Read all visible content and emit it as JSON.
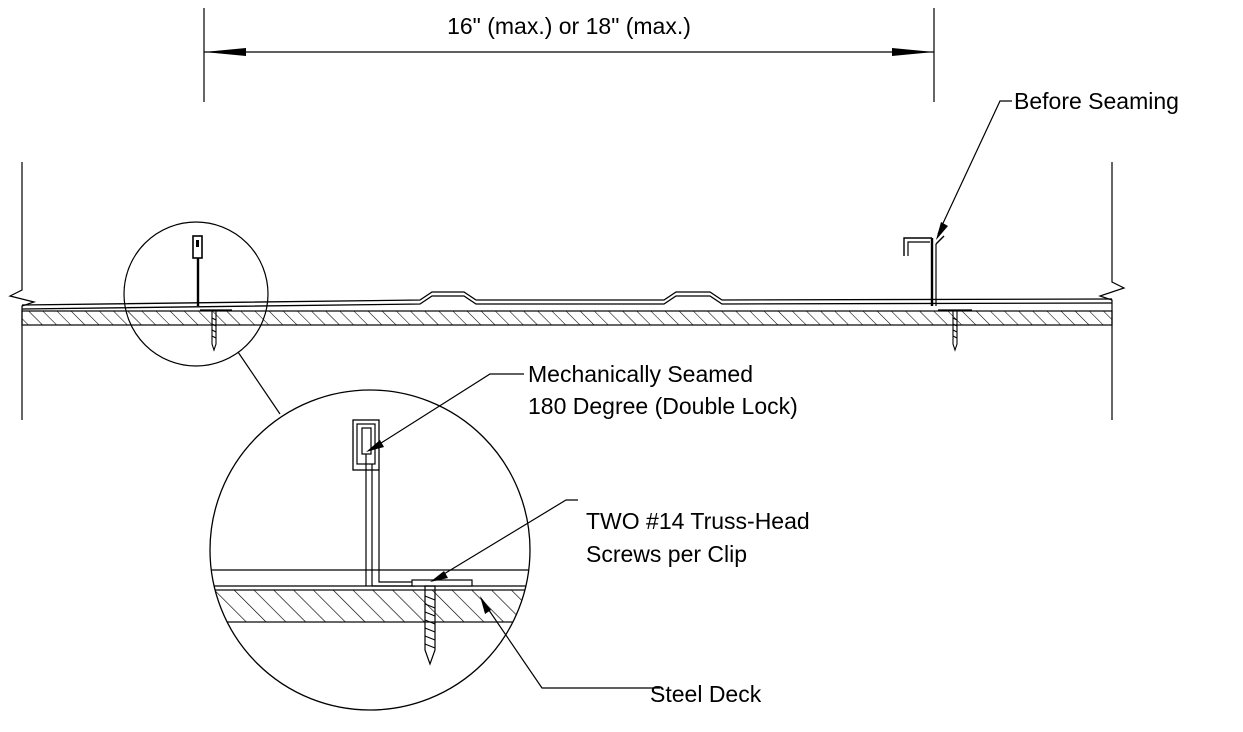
{
  "labels": {
    "dimension": "16\" (max.) or 18\" (max.)",
    "before_seaming": "Before Seaming",
    "mech_seamed_line1": "Mechanically Seamed",
    "mech_seamed_line2": "180 Degree (Double Lock)",
    "screws_line1": "TWO #14 Truss-Head",
    "screws_line2": "Screws per Clip",
    "steel_deck": "Steel Deck"
  },
  "colors": {
    "line": "#000000",
    "background": "#ffffff"
  }
}
